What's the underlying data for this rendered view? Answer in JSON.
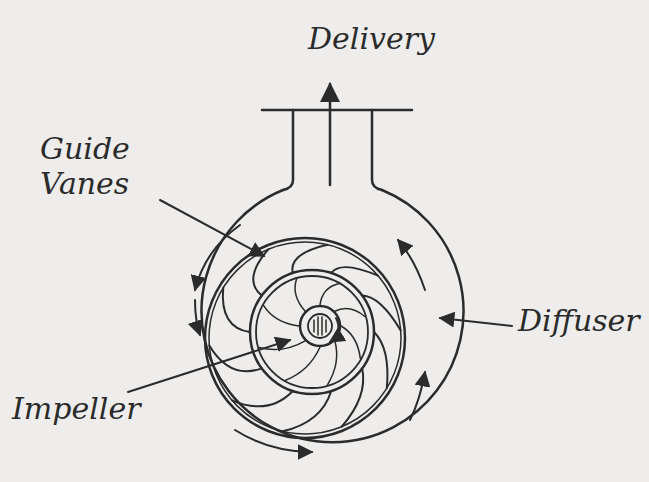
{
  "diagram": {
    "labels": [
      "Delivery",
      "Guide Vanes",
      "Impeller",
      "Diffuser"
    ]
  }
}
